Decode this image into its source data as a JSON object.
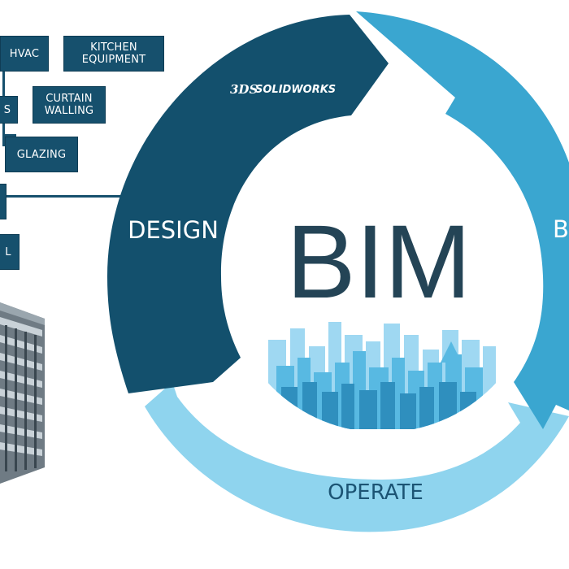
{
  "center": {
    "title": "BIM"
  },
  "stages": {
    "design": "DESIGN",
    "build": "B",
    "operate": "OPERATE"
  },
  "brand": {
    "name": "SOLIDWORKS",
    "logo_letters": "3DS"
  },
  "components": [
    "HVAC",
    "KITCHEN\nEQUIPMENT",
    "S",
    "CURTAIN\nWALLING",
    "GLAZING",
    "",
    "L"
  ],
  "colors": {
    "design": "#13506d",
    "build": "#3aa6d0",
    "operate": "#8fd4ee",
    "box": "#16506d",
    "bim_text": "#244456",
    "operate_text": "#1c5474"
  }
}
